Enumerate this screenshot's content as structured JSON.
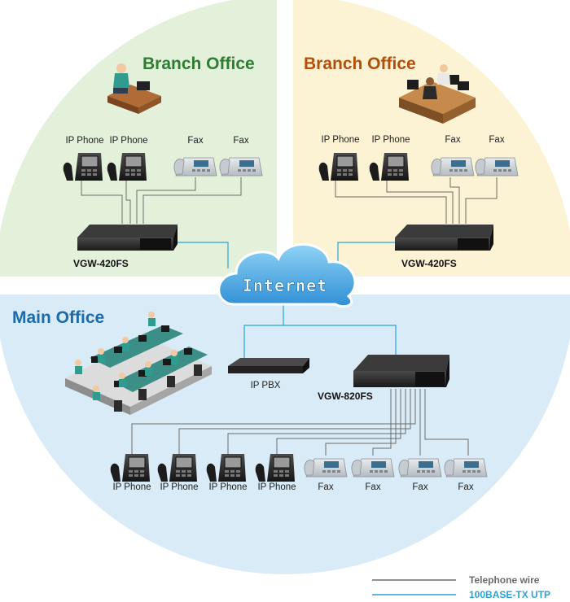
{
  "regions": {
    "branch_left": {
      "title": "Branch Office",
      "color": "#2e7d32",
      "bg": "#e3f0da"
    },
    "branch_right": {
      "title": "Branch Office",
      "color": "#b34f0c",
      "bg": "#fbf3d3"
    },
    "main": {
      "title": "Main Office",
      "color": "#1e6aa8",
      "bg": "#d8ebf6"
    }
  },
  "internet": {
    "label": "Internet"
  },
  "devices": {
    "vgw_left": "VGW-420FS",
    "vgw_right": "VGW-420FS",
    "vgw_main": "VGW-820FS",
    "ip_pbx": "IP PBX"
  },
  "branch_left_phones": [
    "IP Phone",
    "IP Phone",
    "Fax",
    "Fax"
  ],
  "branch_right_phones": [
    "IP Phone",
    "IP Phone",
    "Fax",
    "Fax"
  ],
  "main_phones": [
    "IP Phone",
    "IP Phone",
    "IP Phone",
    "IP Phone",
    "Fax",
    "Fax",
    "Fax",
    "Fax"
  ],
  "legend": {
    "telephone": {
      "label": "Telephone wire",
      "color": "#6b6b6b"
    },
    "utp": {
      "label": "100BASE-TX UTP",
      "color": "#29a4d9"
    }
  }
}
